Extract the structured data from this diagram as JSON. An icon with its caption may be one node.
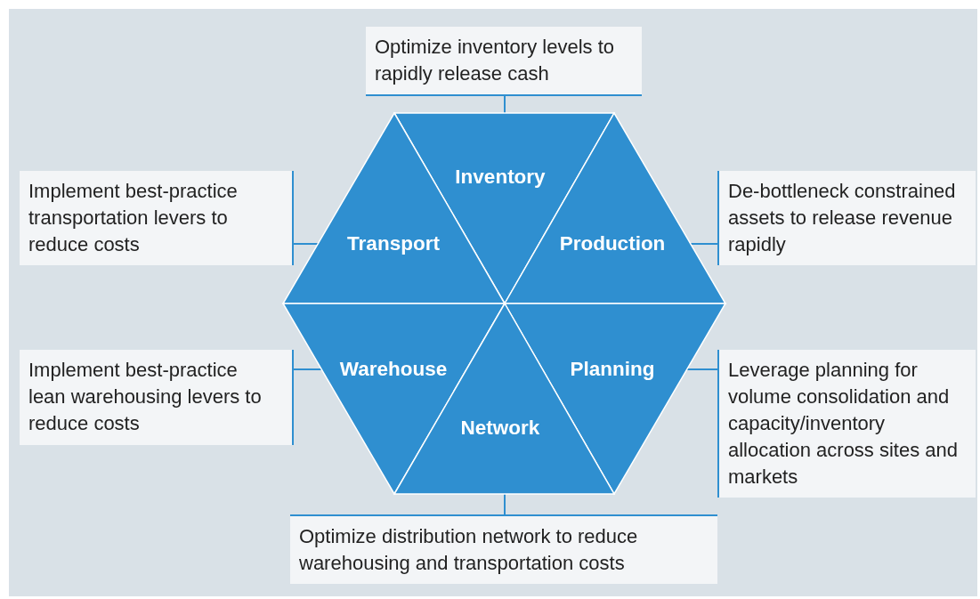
{
  "diagram": {
    "nodes": [
      {
        "text": [
          "Optimize inventory levels to rapidly release cash"
        ]
      },
      {
        "text": [
          "Implement best-practice transportation levers to reduce costs"
        ]
      },
      {
        "text": [
          "De-bottleneck constrained assets to release revenue rapidly"
        ]
      },
      {
        "text": [
          "Inventory"
        ]
      },
      {
        "text": [
          "Transport"
        ]
      },
      {
        "text": [
          "Production"
        ]
      },
      {
        "text": [
          "Warehouse"
        ]
      },
      {
        "text": [
          "Planning"
        ]
      },
      {
        "text": [
          "Network"
        ]
      },
      {
        "text": [
          "Implement best-practice lean warehousing levers to reduce costs"
        ]
      },
      {
        "text": [
          "Leverage planning for volume consolidation and capacity/inventory allocation across sites and markets"
        ]
      },
      {
        "text": [
          "Optimize distribution network to reduce warehousing and transportation costs"
        ]
      }
    ],
    "edges": [
      {
        "from": 0,
        "to": 3,
        "arrow": "none"
      },
      {
        "from": 1,
        "to": 4,
        "arrow": "none"
      },
      {
        "from": 2,
        "to": 5,
        "arrow": "none"
      },
      {
        "from": 9,
        "to": 6,
        "arrow": "none"
      },
      {
        "from": 10,
        "to": 7,
        "arrow": "none"
      },
      {
        "from": 11,
        "to": 8,
        "arrow": "none"
      }
    ]
  }
}
